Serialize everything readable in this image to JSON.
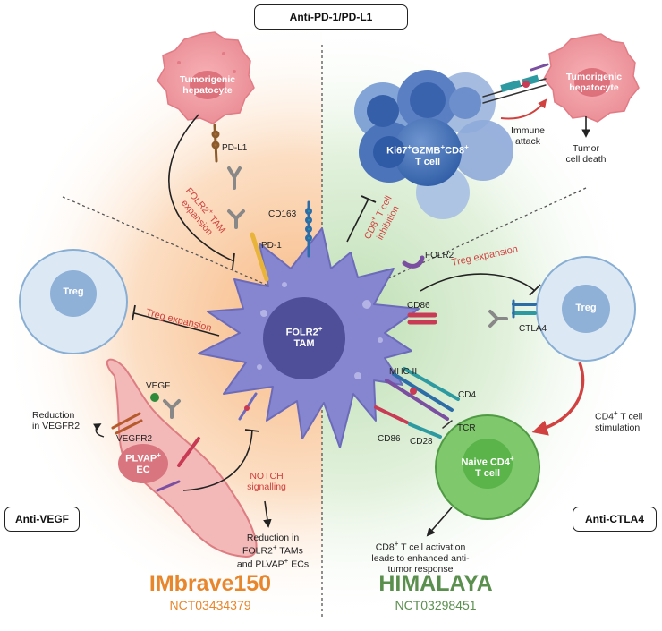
{
  "therapies": {
    "top": "Anti-PD-1/PD-L1",
    "left": "Anti-VEGF",
    "right": "Anti-CTLA4"
  },
  "trials": {
    "left_name": "IMbrave150",
    "left_id": "NCT03434379",
    "right_name": "HIMALAYA",
    "right_id": "NCT03298451"
  },
  "colors": {
    "orange": "#e8862c",
    "green": "#5a8f4e",
    "tam": "#8585d0",
    "red_text": "#d0413f"
  },
  "cells": {
    "tam_main": "FOLR2",
    "tam_sup": "+",
    "tam_sub": "TAM",
    "hep_left": "Tumorigenic\nhepatocyte",
    "hep_right": "Tumorigenic\nhepatocyte",
    "tcell_line1": "Ki67",
    "tcell_line1_sup1": "+",
    "tcell_line1_mid": "GZMB",
    "tcell_line1_sup2": "+",
    "tcell_line1_end": "CD8",
    "tcell_line1_sup3": "+",
    "tcell_line2": "T cell",
    "treg_left": "Treg",
    "treg_right": "Treg",
    "ec_main": "PLVAP",
    "ec_sup": "+",
    "ec_sub": "EC",
    "naive_main": "Naive CD4",
    "naive_sup": "+",
    "naive_sub": "T cell"
  },
  "molecules": {
    "pdl1": "PD-L1",
    "pd1": "PD-1",
    "cd163": "CD163",
    "folr2": "FOLR2",
    "cd86_top": "CD86",
    "ctla4": "CTLA4",
    "mhc2": "MHC II",
    "cd4": "CD4",
    "cd86_bottom": "CD86",
    "tcr": "TCR",
    "cd28": "CD28",
    "vegf": "VEGF",
    "vegfr2": "VEGFR2"
  },
  "annotations": {
    "folr2_tam_expansion_1": "FOLR2",
    "folr2_tam_expansion_sup": "+",
    "folr2_tam_expansion_2": " TAM",
    "folr2_tam_expansion_3": "expansion",
    "cd8_inhib_1": "CD8",
    "cd8_inhib_sup": "+",
    "cd8_inhib_2": " T cell",
    "cd8_inhib_3": "inhibition",
    "treg_exp_left": "Treg expansion",
    "treg_exp_right": "Treg expansion",
    "notch_1": "NOTCH",
    "notch_2": "signalling",
    "immune_attack_1": "Immune",
    "immune_attack_2": "attack",
    "tumor_death_1": "Tumor",
    "tumor_death_2": "cell death",
    "red_vegfr2_1": "Reduction",
    "red_vegfr2_2": "in VEGFR2",
    "red_folr2_1": "Reduction in",
    "red_folr2_2": "FOLR2",
    "red_folr2_sup": "+",
    "red_folr2_3": " TAMs",
    "red_folr2_4": "and PLVAP",
    "red_folr2_sup2": "+",
    "red_folr2_5": " ECs",
    "cd4_stim_1": "CD4",
    "cd4_stim_sup": "+",
    "cd4_stim_2": " T cell",
    "cd4_stim_3": "stimulation",
    "cd8_act_1": "CD8",
    "cd8_act_sup": "+",
    "cd8_act_2": " T cell activation",
    "cd8_act_3": "leads to enhanced anti-",
    "cd8_act_4": "tumor response"
  }
}
